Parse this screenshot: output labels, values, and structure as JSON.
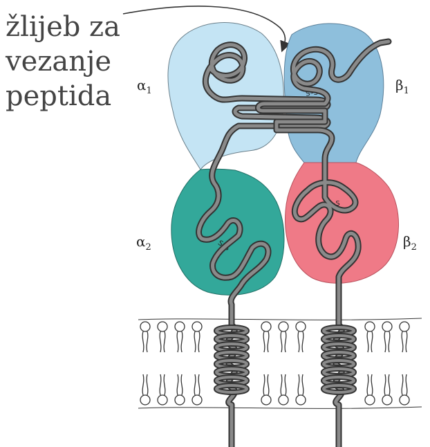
{
  "caption": [
    "žlijeb za",
    "vezanje",
    "peptida"
  ],
  "domains": {
    "alpha1": {
      "greek": "α",
      "sub": "1"
    },
    "beta1": {
      "greek": "β",
      "sub": "1"
    },
    "alpha2": {
      "greek": "α",
      "sub": "2"
    },
    "beta2": {
      "greek": "β",
      "sub": "2"
    }
  },
  "disulfide_label": "S–S",
  "colors": {
    "alpha1": "#c4e4f4",
    "beta1": "#8ebfdc",
    "alpha2": "#33a89a",
    "beta2": "#ef7a87",
    "chain": "#8a8a8a",
    "chain_outline": "#333333",
    "lipid": "#333333"
  }
}
